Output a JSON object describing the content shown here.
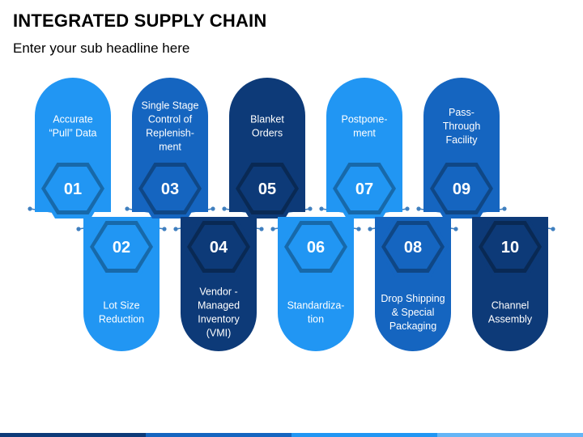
{
  "title": "INTEGRATED SUPPLY CHAIN",
  "subtitle": "Enter your sub headline here",
  "colors": {
    "light": "#2196f3",
    "medium": "#1565c0",
    "dark": "#0d3a78",
    "connector": "#3f7fbf"
  },
  "steps": [
    {
      "number": "01",
      "lines": [
        "Accurate",
        "“Pull” Data"
      ],
      "color": "light"
    },
    {
      "number": "02",
      "lines": [
        "Lot Size",
        "Reduction"
      ],
      "color": "light"
    },
    {
      "number": "03",
      "lines": [
        "Single Stage",
        "Control of",
        "Replenish-",
        "ment"
      ],
      "color": "medium"
    },
    {
      "number": "04",
      "lines": [
        "Vendor -",
        "Managed",
        "Inventory",
        "(VMI)"
      ],
      "color": "dark"
    },
    {
      "number": "05",
      "lines": [
        "Blanket",
        "Orders"
      ],
      "color": "dark"
    },
    {
      "number": "06",
      "lines": [
        "Standardiza-",
        "tion"
      ],
      "color": "light"
    },
    {
      "number": "07",
      "lines": [
        "Postpone-",
        "ment"
      ],
      "color": "light"
    },
    {
      "number": "08",
      "lines": [
        "Drop Shipping",
        "& Special",
        "Packaging"
      ],
      "color": "medium"
    },
    {
      "number": "09",
      "lines": [
        "Pass-",
        "Through",
        "Facility"
      ],
      "color": "medium"
    },
    {
      "number": "10",
      "lines": [
        "Channel",
        "Assembly"
      ],
      "color": "dark"
    }
  ]
}
